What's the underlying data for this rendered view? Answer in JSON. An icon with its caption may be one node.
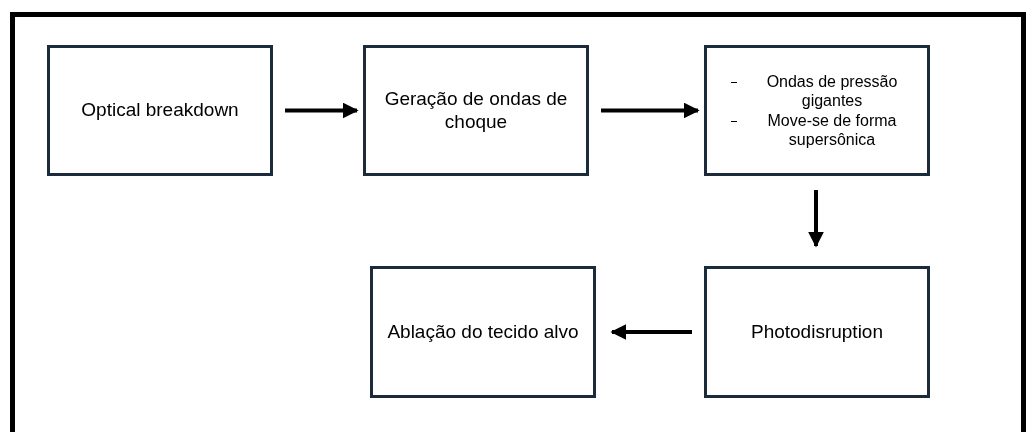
{
  "diagram": {
    "nodes": [
      {
        "text": [
          "Optical breakdown"
        ]
      },
      {
        "text": [
          "Geração de ondas de choque"
        ]
      },
      {
        "text": [
          "Ondas de pressão gigantes",
          "Move-se de forma supersônica"
        ]
      },
      {
        "text": [
          "Photodisruption"
        ]
      },
      {
        "text": [
          "Ablação do tecido alvo"
        ]
      }
    ],
    "edges": [
      {
        "from": 0,
        "to": 1,
        "arrow": "to"
      },
      {
        "from": 1,
        "to": 2,
        "arrow": "to"
      },
      {
        "from": 2,
        "to": 3,
        "arrow": "to"
      },
      {
        "from": 3,
        "to": 4,
        "arrow": "to"
      }
    ]
  }
}
